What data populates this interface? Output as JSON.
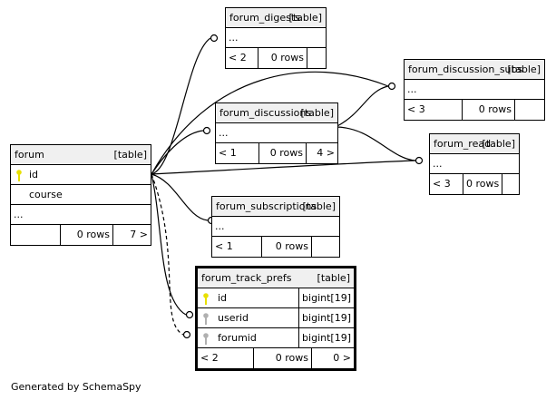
{
  "tables": {
    "forum": {
      "name": "forum",
      "kind": "[table]",
      "columns": [
        "id",
        "course"
      ],
      "ellipsis": "...",
      "footer": [
        "",
        "0 rows",
        "7 >"
      ]
    },
    "forum_digests": {
      "name": "forum_digests",
      "kind": "[table]",
      "ellipsis": "...",
      "footer": [
        "< 2",
        "0 rows",
        ""
      ]
    },
    "forum_discussion_subs": {
      "name": "forum_discussion_subs",
      "kind": "[table]",
      "ellipsis": "...",
      "footer": [
        "< 3",
        "0 rows",
        ""
      ]
    },
    "forum_discussions": {
      "name": "forum_discussions",
      "kind": "[table]",
      "ellipsis": "...",
      "footer": [
        "< 1",
        "0 rows",
        "4 >"
      ]
    },
    "forum_read": {
      "name": "forum_read",
      "kind": "[table]",
      "ellipsis": "...",
      "footer": [
        "< 3",
        "0 rows",
        ""
      ]
    },
    "forum_subscriptions": {
      "name": "forum_subscriptions",
      "kind": "[table]",
      "ellipsis": "...",
      "footer": [
        "< 1",
        "0 rows",
        ""
      ]
    },
    "forum_track_prefs": {
      "name": "forum_track_prefs",
      "kind": "[table]",
      "columns": [
        {
          "name": "id",
          "type": "bigint[19]"
        },
        {
          "name": "userid",
          "type": "bigint[19]"
        },
        {
          "name": "forumid",
          "type": "bigint[19]"
        }
      ],
      "footer": [
        "< 2",
        "0 rows",
        "0 >"
      ]
    }
  },
  "credit": "Generated by SchemaSpy",
  "colors": {
    "primary_key": "#e8e000",
    "foreign_key": "#b0b0b0",
    "header": "#f0f0f0"
  }
}
